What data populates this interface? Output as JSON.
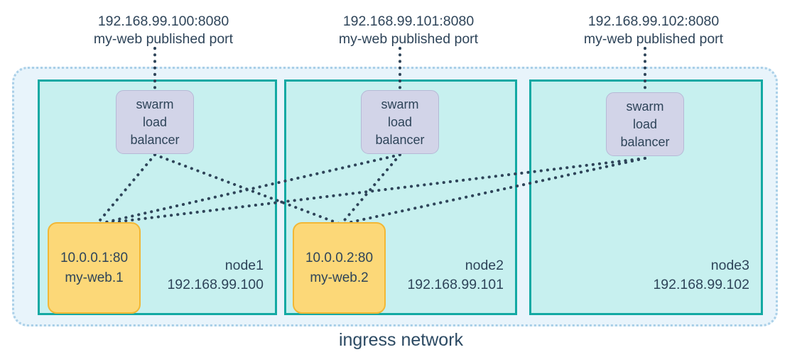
{
  "diagram": {
    "title": "ingress network",
    "caption": "ingress network"
  },
  "colors": {
    "ingress_fill": "#e8f4fb",
    "ingress_border": "#a9cfe8",
    "node_fill": "#c7f0ef",
    "node_border": "#13a9a3",
    "load_balancer_fill": "#d2d4e8",
    "load_balancer_border": "#b6b9d6",
    "task_fill": "#fcd878",
    "task_border": "#f2b735",
    "text": "#2e4459",
    "connector": "#2e4459"
  },
  "published_ports": [
    {
      "address": "192.168.99.100:8080",
      "description": "my-web published port"
    },
    {
      "address": "192.168.99.101:8080",
      "description": "my-web published port"
    },
    {
      "address": "192.168.99.102:8080",
      "description": "my-web published port"
    }
  ],
  "load_balancers": [
    {
      "line1": "swarm",
      "line2": "load",
      "line3": "balancer"
    },
    {
      "line1": "swarm",
      "line2": "load",
      "line3": "balancer"
    },
    {
      "line1": "swarm",
      "line2": "load",
      "line3": "balancer"
    }
  ],
  "nodes": [
    {
      "name": "node1",
      "ip": "192.168.99.100"
    },
    {
      "name": "node2",
      "ip": "192.168.99.101"
    },
    {
      "name": "node3",
      "ip": "192.168.99.102"
    }
  ],
  "tasks": [
    {
      "address": "10.0.0.1:80",
      "name": "my-web.1"
    },
    {
      "address": "10.0.0.2:80",
      "name": "my-web.2"
    }
  ]
}
